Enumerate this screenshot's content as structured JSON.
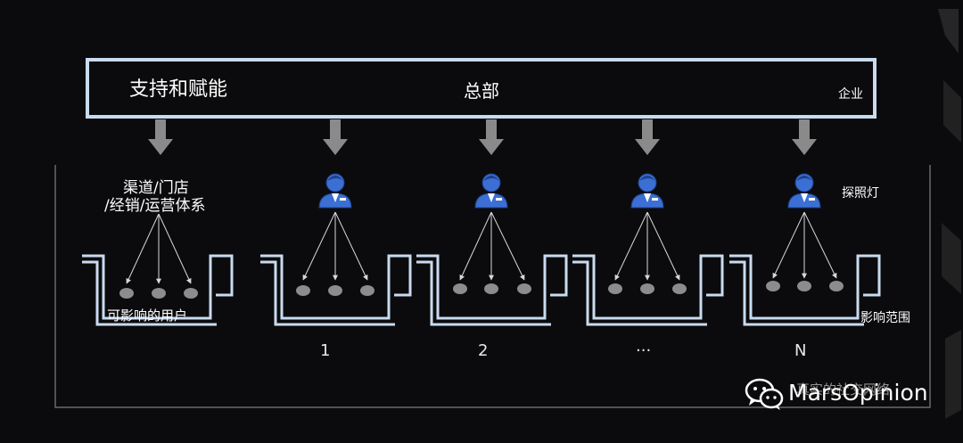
{
  "headquarters": {
    "title": "总部",
    "support_label": "支持和赋能",
    "enterprise_label": "企业"
  },
  "channel": {
    "line1": "渠道/门店",
    "line2": "/经销/运营体系",
    "users_label": "可影响的用户"
  },
  "labels": {
    "searchlight": "探照灯",
    "influence_range": "影响范围"
  },
  "indices": [
    "1",
    "2",
    "...",
    "N"
  ],
  "watermark": {
    "faded_caption": "真实的社交网络",
    "brand": "MarsOpinion",
    "icon": "wechat-icon"
  },
  "colors": {
    "background": "#0b0b0d",
    "outline": "#c9dbef",
    "arrow": "#8a8a8a",
    "person": "#3b6fd4",
    "dot": "#8c8c8c",
    "text": "#ffffff"
  }
}
